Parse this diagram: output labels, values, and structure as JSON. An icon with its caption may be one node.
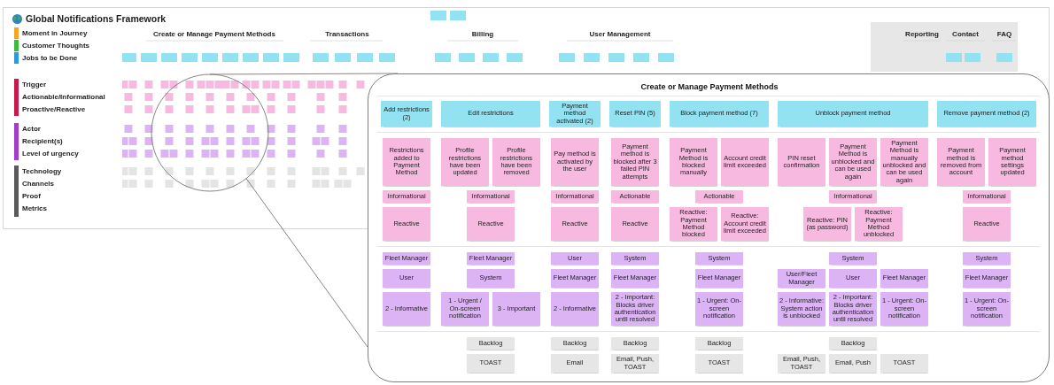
{
  "diagram": {
    "title": "Global Notifications Framework",
    "nodes": [
      {
        "text": [
          "Create or Manage Payment Methods"
        ]
      },
      {
        "text": [
          "Add restrictions (2)"
        ],
        "in": 0
      },
      {
        "text": [
          "Restrictions added to Payment Method"
        ],
        "in": 0
      },
      {
        "text": [
          "Informational"
        ],
        "in": 0
      },
      {
        "text": [
          "Reactive"
        ],
        "in": 0
      },
      {
        "text": [
          "Fleet Manager"
        ],
        "in": 0
      },
      {
        "text": [
          "User"
        ],
        "in": 0
      },
      {
        "text": [
          "2 - Informative"
        ],
        "in": 0
      },
      {
        "text": [
          "Edit restrictions"
        ],
        "in": 0
      },
      {
        "text": [
          "Profile restrictions have been updated"
        ],
        "in": 0
      },
      {
        "text": [
          "Profile restrictions have been removed"
        ],
        "in": 0
      },
      {
        "text": [
          "Informational"
        ],
        "in": 0
      },
      {
        "text": [
          "Reactive"
        ],
        "in": 0
      },
      {
        "text": [
          "Fleet Manager"
        ],
        "in": 0
      },
      {
        "text": [
          "System"
        ],
        "in": 0
      },
      {
        "text": [
          "1 - Urgent / On-screen notification"
        ],
        "in": 0
      },
      {
        "text": [
          "3 - Important"
        ],
        "in": 0
      },
      {
        "text": [
          "Backlog"
        ],
        "in": 0
      },
      {
        "text": [
          "TOAST"
        ],
        "in": 0
      },
      {
        "text": [
          "Payment method activated (2)"
        ],
        "in": 0
      },
      {
        "text": [
          "Pay method is activated by the user"
        ],
        "in": 0
      },
      {
        "text": [
          "Informational"
        ],
        "in": 0
      },
      {
        "text": [
          "Reactive"
        ],
        "in": 0
      },
      {
        "text": [
          "User"
        ],
        "in": 0
      },
      {
        "text": [
          "Fleet Manager"
        ],
        "in": 0
      },
      {
        "text": [
          "2 - Informative"
        ],
        "in": 0
      },
      {
        "text": [
          "Backlog"
        ],
        "in": 0
      },
      {
        "text": [
          "Email"
        ],
        "in": 0
      },
      {
        "text": [
          "Reset PIN (5)"
        ],
        "in": 0
      },
      {
        "text": [
          "Payment method is blocked after 3 failed PIN attempts"
        ],
        "in": 0
      },
      {
        "text": [
          "Actionable"
        ],
        "in": 0
      },
      {
        "text": [
          "Reactive"
        ],
        "in": 0
      },
      {
        "text": [
          "System"
        ],
        "in": 0
      },
      {
        "text": [
          "Fleet Manager"
        ],
        "in": 0
      },
      {
        "text": [
          "2 - Important: Blocks driver authentication until resolved"
        ],
        "in": 0
      },
      {
        "text": [
          "Backlog"
        ],
        "in": 0
      },
      {
        "text": [
          "Email, Push, TOAST"
        ],
        "in": 0
      },
      {
        "text": [
          "Block payment method (7)"
        ],
        "in": 0
      },
      {
        "text": [
          "Payment Method is blocked manually"
        ],
        "in": 0
      },
      {
        "text": [
          "Account credit limit exceeded"
        ],
        "in": 0
      },
      {
        "text": [
          "Actionable"
        ],
        "in": 0
      },
      {
        "text": [
          "Reactive: Payment Method blocked"
        ],
        "in": 0
      },
      {
        "text": [
          "Reactive: Account credit limit exceeded"
        ],
        "in": 0
      },
      {
        "text": [
          "System"
        ],
        "in": 0
      },
      {
        "text": [
          "Fleet Manager"
        ],
        "in": 0
      },
      {
        "text": [
          "1 - Urgent: On-screen notification"
        ],
        "in": 0
      },
      {
        "text": [
          "Backlog"
        ],
        "in": 0
      },
      {
        "text": [
          "TOAST"
        ],
        "in": 0
      },
      {
        "text": [
          "Unblock payment method"
        ],
        "in": 0
      },
      {
        "text": [
          "PIN reset confirmation"
        ],
        "in": 0
      },
      {
        "text": [
          "Payment Method is unblocked and can be used again"
        ],
        "in": 0
      },
      {
        "text": [
          "Payment Method is manually unblocked and can be used again"
        ],
        "in": 0
      },
      {
        "text": [
          "Informational"
        ],
        "in": 0
      },
      {
        "text": [
          "Reactive: PIN (as password)"
        ],
        "in": 0
      },
      {
        "text": [
          "Reactive: Payment Method unblocked"
        ],
        "in": 0
      },
      {
        "text": [
          "System"
        ],
        "in": 0
      },
      {
        "text": [
          "User/Fleet Manager"
        ],
        "in": 0
      },
      {
        "text": [
          "User"
        ],
        "in": 0
      },
      {
        "text": [
          "Fleet Manager"
        ],
        "in": 0
      },
      {
        "text": [
          "2 - Informative: System action is unblocked"
        ],
        "in": 0
      },
      {
        "text": [
          "2 - Important: Blocks driver authentication until resolved"
        ],
        "in": 0
      },
      {
        "text": [
          "1 - Urgent: On-screen notification"
        ],
        "in": 0
      },
      {
        "text": [
          "Backlog"
        ],
        "in": 0
      },
      {
        "text": [
          "Email, Push, TOAST"
        ],
        "in": 0
      },
      {
        "text": [
          "Email, Push"
        ],
        "in": 0
      },
      {
        "text": [
          "TOAST"
        ],
        "in": 0
      },
      {
        "text": [
          "Remove payment method (2)"
        ],
        "in": 0
      },
      {
        "text": [
          "Payment method is removed from account"
        ],
        "in": 0
      },
      {
        "text": [
          "Payment method settings updated"
        ],
        "in": 0
      },
      {
        "text": [
          "Informational"
        ],
        "in": 0
      },
      {
        "text": [
          "Reactive"
        ],
        "in": 0
      },
      {
        "text": [
          "System"
        ],
        "in": 0
      },
      {
        "text": [
          "Fleet Manager"
        ],
        "in": 0
      },
      {
        "text": [
          "1 - Urgent: On-screen notification"
        ],
        "in": 0
      }
    ],
    "labels": [
      "Moment in Journey",
      "Customer Thoughts",
      "Jobs to be Done",
      "Trigger",
      "Actionable/Informational",
      "Proactive/Reactive",
      "Actor",
      "Recipient(s)",
      "Level of urgency",
      "Technology",
      "Channels",
      "Proof",
      "Metrics",
      "Create or Manage Payment Methods",
      "Transactions",
      "Billing",
      "User Management",
      "Reporting",
      "Contact",
      "FAQ"
    ]
  }
}
